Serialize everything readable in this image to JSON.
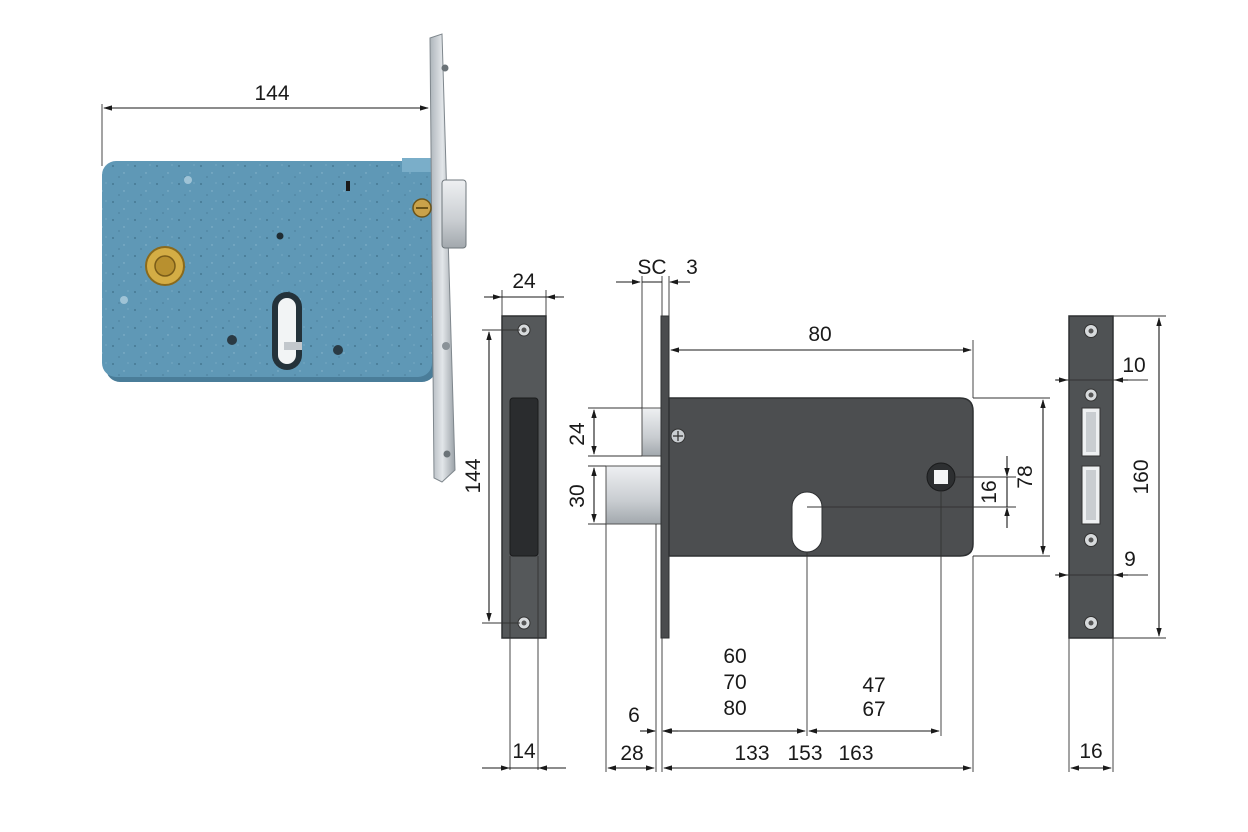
{
  "colors": {
    "lock_body": "#5f98b6",
    "lock_body_shadow": "#4a7d99",
    "steel": "#c7cdd2",
    "dark_plate": "#4a4c4e",
    "dark_plate_edge": "#2e3032",
    "brass": "#d4ad45",
    "line": "#1a1a1a"
  },
  "labels": {
    "photo_width": "144",
    "faceplate_width": "24",
    "faceplate_height": "144",
    "faceplate_thickness": "14",
    "sc": "SC",
    "three": "3",
    "body_depth": "80",
    "latch_height": "24",
    "bolt_height": "30",
    "spindle_height": "16",
    "cylinder_height": "78",
    "backset_options_1": "60",
    "backset_options_2": "70",
    "backset_options_3": "80",
    "spindle_options_1": "47",
    "spindle_options_2": "67",
    "six": "6",
    "bolt_throw": "28",
    "total_1": "133",
    "total_2": "153",
    "total_3": "163",
    "strike_10": "10",
    "strike_9": "9",
    "strike_height": "160",
    "strike_width": "16"
  }
}
